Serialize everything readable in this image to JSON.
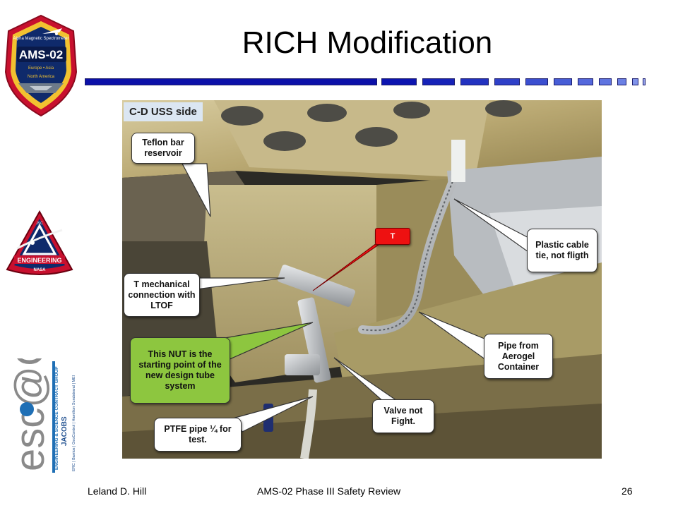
{
  "slide": {
    "title": "RICH Modification",
    "colors": {
      "title_bar_dark": "#0b10a8",
      "title_bar_light": "#5a6fe0",
      "callout_green": "#8dc63f",
      "callout_red": "#ee1111"
    }
  },
  "photo": {
    "corner_label": "C-D USS side",
    "callouts": {
      "teflon": "Teflon bar reservoir",
      "t_red": "T",
      "t_mech": "T mechanical connection with LTOF",
      "nut": "This NUT is the starting point of the new design tube system",
      "plastic": "Plastic cable tie, not fligth",
      "pipe_from": "Pipe from Aerogel Container",
      "valve": "Valve not Fight.",
      "ptfe": "PTFE pipe ¼ for test."
    }
  },
  "logos": {
    "ams": {
      "main": "AMS-02",
      "ring_top": "Alpha Magnetic Spectrometer",
      "sub1": "Europe • Asia",
      "sub2": "North America"
    },
    "eng": {
      "ring_top": "JSC",
      "band": "ENGINEERING",
      "bottom": "NASA"
    },
    "escg": {
      "mark": "esc@G",
      "vertical1": "ENGINEERING & SCIENCE CONTRACT GROUP",
      "vertical2": "JACOBS",
      "vertical3": "ERC | Barrios | GeoControl | Hamilton Sundstrand | MEI"
    }
  },
  "footer": {
    "author": "Leland D. Hill",
    "review": "AMS-02 Phase III Safety Review",
    "page": "26"
  }
}
